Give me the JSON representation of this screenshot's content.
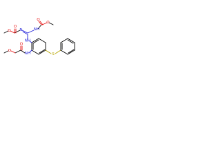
{
  "molecule": {
    "atom_colors": {
      "O": "#e81010",
      "N": "#2020d8",
      "S": "#b8a600",
      "C": "#000000"
    },
    "labels": {
      "carbamate_left_ether_o": "O",
      "carbamate_left_carbonyl_o": "O",
      "carbamate_left_n": "N",
      "carbamate_right_carbonyl_o": "O",
      "carbamate_right_ether_o": "O",
      "carbamate_right_nh": "NH",
      "guanidine_nh": "NH",
      "amide_nh": "NH",
      "amide_carbonyl_o": "O",
      "methoxy_o": "O",
      "thioether_s": "S"
    }
  }
}
